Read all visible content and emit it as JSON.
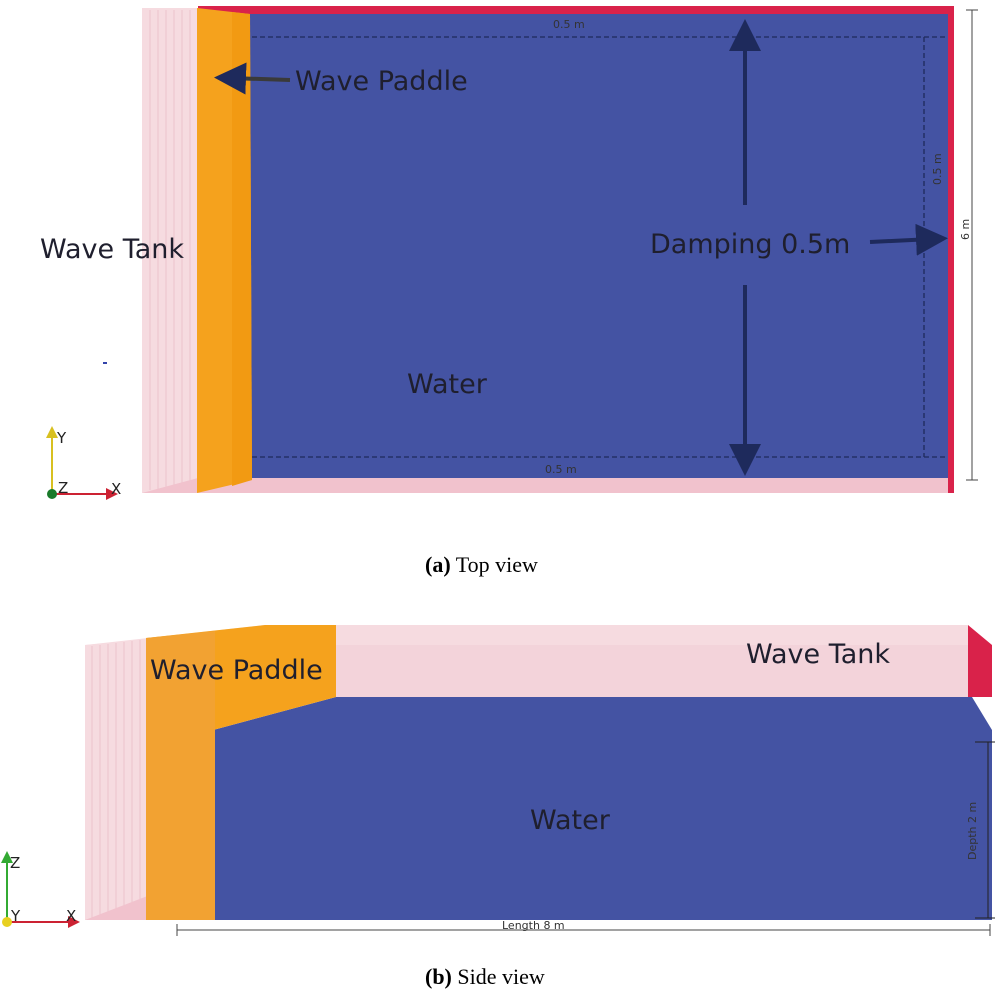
{
  "top_view": {
    "caption_letter": "(a)",
    "caption_text": " Top view",
    "labels": {
      "wave_tank": "Wave Tank",
      "wave_paddle": "Wave Paddle",
      "water": "Water",
      "damping": "Damping 0.5m"
    },
    "dims": {
      "top": "0.5 m",
      "bottom": "0.5 m",
      "right_inner": "0.5 m",
      "right_outer": "6 m"
    },
    "axes": {
      "y": "Y",
      "z": "Z",
      "x": "X"
    }
  },
  "side_view": {
    "caption_letter": "(b)",
    "caption_text": " Side view",
    "labels": {
      "wave_tank": "Wave Tank",
      "wave_paddle": "Wave Paddle",
      "water": "Water"
    },
    "dims": {
      "depth": "Depth 2 m",
      "length": "Length 8 m"
    },
    "axes": {
      "z": "Z",
      "y": "Y",
      "x": "X"
    }
  },
  "colors": {
    "water": "#4453a3",
    "paddle": "#f5a21d",
    "tank": "#f6dbe0",
    "tank_edge": "#d9224a",
    "arrow": "#1e2a5c"
  }
}
